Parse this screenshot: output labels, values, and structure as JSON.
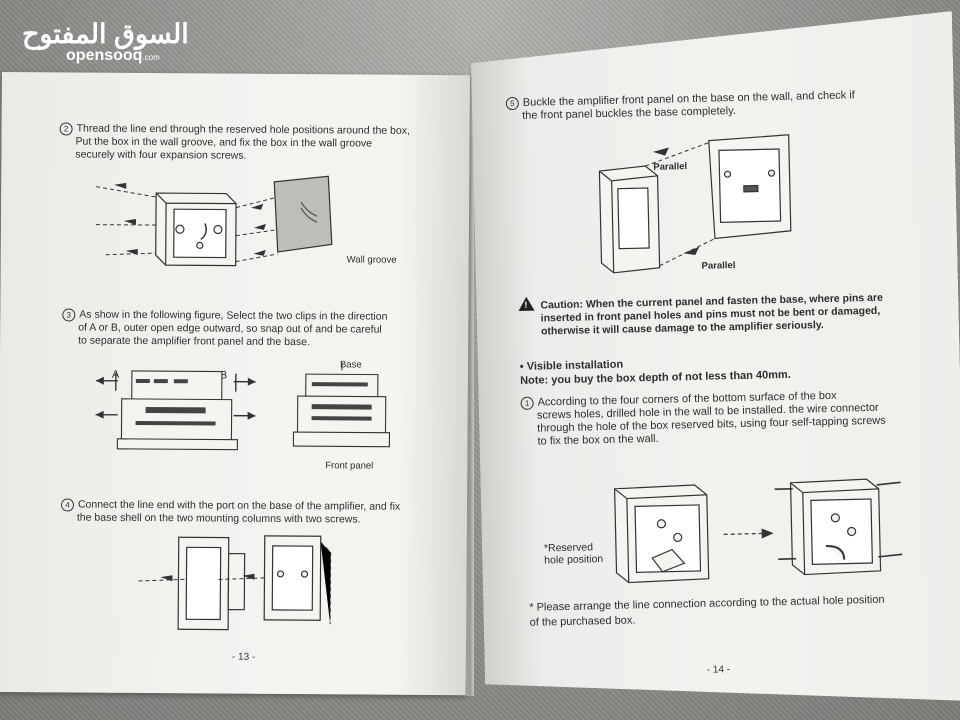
{
  "watermark": {
    "arabic": "السوق المفتوح",
    "latin": "opensooq",
    "suffix": ".com"
  },
  "left_page": {
    "step2": {
      "number": "2",
      "lines": [
        "Thread the line end through the reserved hole positions around the box,",
        "Put the box in the wall groove, and fix the box in the wall groove",
        "securely with four expansion screws."
      ]
    },
    "wall_groove_label": "Wall groove",
    "step3": {
      "number": "3",
      "lines": [
        "As show in the following figure, Select the two clips in the direction",
        "of A or B, outer open edge outward, so snap out of and be careful",
        "to separate the amplifier front panel and the base."
      ]
    },
    "label_a": "A",
    "label_b": "B",
    "base_label": "Base",
    "front_panel_label": "Front panel",
    "step4": {
      "number": "4",
      "lines": [
        "Connect the line end with the port on the base of the amplifier, and fix",
        "the base shell on the two mounting columns with two screws."
      ]
    },
    "page_number": "- 13 -"
  },
  "right_page": {
    "step5": {
      "number": "5",
      "lines": [
        "Buckle the amplifier front panel on the base on the wall, and check if",
        "the front panel buckles the base completely."
      ]
    },
    "parallel_top": "Parallel",
    "parallel_bottom": "Parallel",
    "caution": {
      "lines": [
        "Caution: When the current panel and fasten the base, where pins are",
        "inserted in front panel holes and pins must not be bent or damaged,",
        "otherwise it will cause damage to the amplifier seriously."
      ]
    },
    "visible_installation": "• Visible installation",
    "note": "Note: you buy the box depth of not less than 40mm.",
    "step1": {
      "number": "1",
      "lines": [
        "According to the four corners of the bottom surface of the box",
        "screws holes, drilled hole in the wall to be installed. the wire connector",
        "through the hole of the box reserved bits, using four self-tapping screws",
        "to fix the box on the wall."
      ]
    },
    "reserved_label": [
      "*Reserved",
      "hole position"
    ],
    "footnote": [
      "* Please arrange the line connection according to the actual hole position",
      "of the purchased box."
    ],
    "page_number": "- 14 -"
  }
}
